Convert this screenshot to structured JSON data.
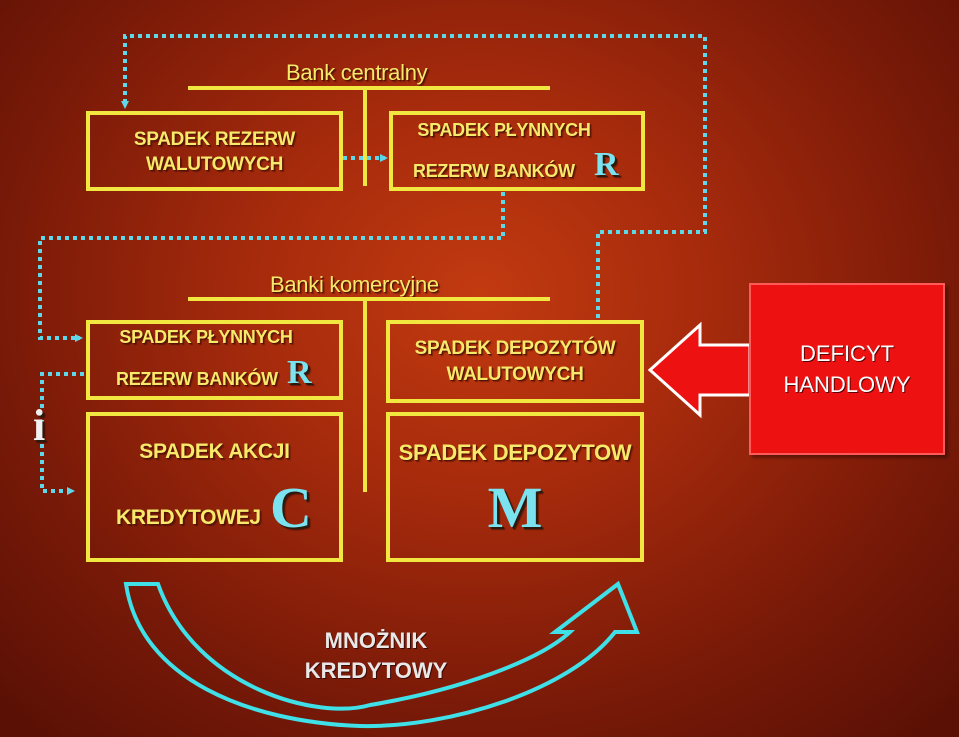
{
  "central_bank": {
    "heading": "Bank centralny",
    "reserves_box": {
      "line1": "SPADEK REZERW",
      "line2": "WALUTOWYCH"
    },
    "liquid_box": {
      "line1": "SPADEK PŁYNNYCH",
      "line2": "REZERW BANKÓW",
      "symbol": "R"
    }
  },
  "commercial_banks": {
    "heading": "Banki komercyjne",
    "liquid_box": {
      "line1": "SPADEK PŁYNNYCH",
      "line2": "REZERW BANKÓW",
      "symbol": "R"
    },
    "credit_box": {
      "line1": "SPADEK AKCJI",
      "line2": "KREDYTOWEJ",
      "symbol": "C"
    },
    "fx_deposits_box": {
      "line1": "SPADEK DEPOZYTÓW",
      "line2": "WALUTOWYCH"
    },
    "deposits_box": {
      "line1": "SPADEK DEPOZYTOW",
      "symbol": "M"
    }
  },
  "interest_label": "i",
  "deficit": {
    "line1": "DEFICYT",
    "line2": "HANDLOWY"
  },
  "multiplier": {
    "line1": "MNOŻNIK",
    "line2": "KREDYTOWY"
  },
  "colors": {
    "box_border": "#f2e640",
    "text": "#f7e96a",
    "symbol": "#7be3ef",
    "dotted_arrow": "#5ed8e8",
    "deficit_fill": "#ee1111",
    "multiplier_arrow": "#3fe0e8"
  }
}
